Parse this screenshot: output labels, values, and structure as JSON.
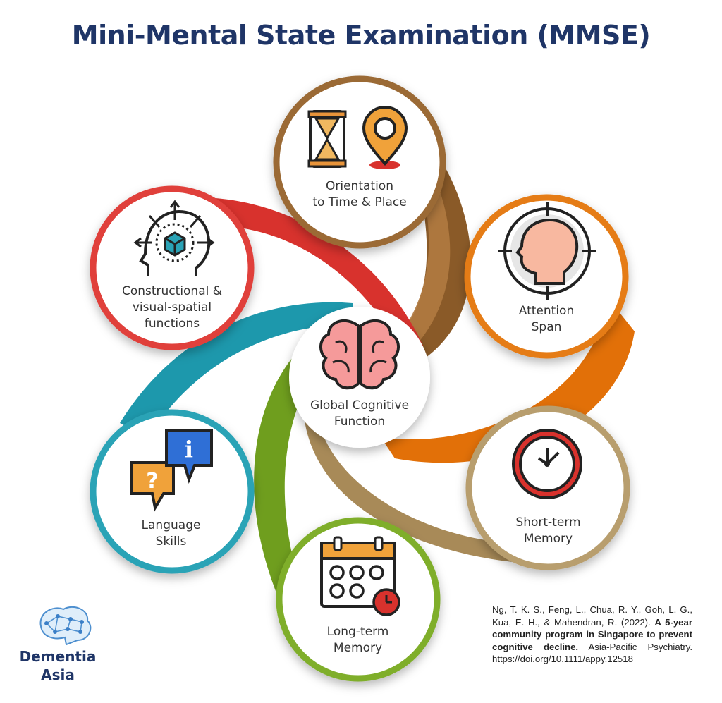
{
  "title": "Mini-Mental State Examination (MMSE)",
  "colors": {
    "title": "#1f3567",
    "orientation": "#9b6a35",
    "attention": "#e57b12",
    "short_term": "#b89e6e",
    "long_term": "#7fae2a",
    "language": "#2aa3b6",
    "constructional": "#e0403a",
    "global": "#ffffff"
  },
  "nodes": {
    "orientation": {
      "line1": "Orientation",
      "line2": "to Time & Place",
      "icons": [
        "hourglass-icon",
        "location-pin-icon"
      ]
    },
    "attention": {
      "line1": "Attention",
      "line2": "Span",
      "icons": [
        "head-target-icon"
      ]
    },
    "short_term": {
      "line1": "Short-term",
      "line2": "Memory",
      "icons": [
        "clock-icon"
      ]
    },
    "long_term": {
      "line1": "Long-term",
      "line2": "Memory",
      "icons": [
        "calendar-icon"
      ]
    },
    "language": {
      "line1": "Language",
      "line2": "Skills",
      "icons": [
        "question-bubble-icon",
        "info-bubble-icon"
      ]
    },
    "constructional": {
      "line1": "Constructional &",
      "line2": "visual-spatial",
      "line3": "functions",
      "icons": [
        "head-cube-icon"
      ]
    },
    "global": {
      "line1": "Global Cognitive",
      "line2": "Function",
      "icons": [
        "brain-icon"
      ]
    }
  },
  "brand": {
    "line1": "Dementia",
    "line2": "Asia",
    "icon": "brain-network-icon"
  },
  "citation": {
    "authors": "Ng, T. K. S., Feng, L., Chua, R. Y., Goh, L. G., Kua, E. H., & Mahendran, R. (2022).",
    "article": "A 5-year community program in Singapore to prevent cognitive decline.",
    "journal": "Asia-Pacific Psychiatry. https://doi.org/10.1111/appy.12518"
  }
}
